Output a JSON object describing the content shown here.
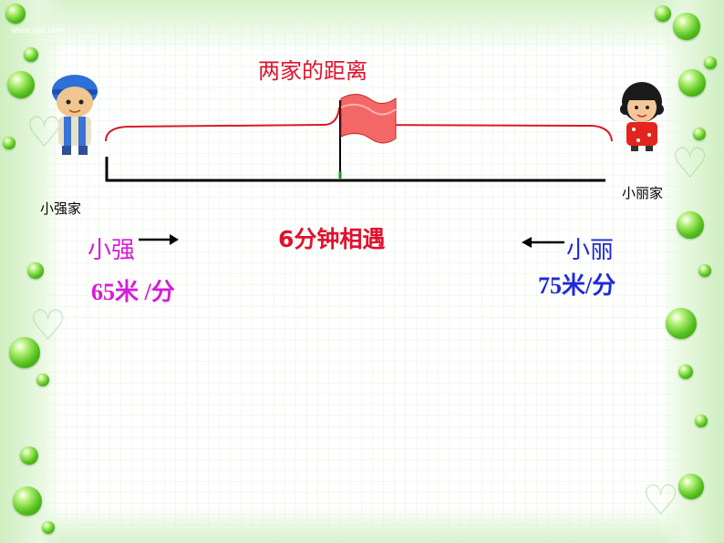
{
  "title": "两家的距离",
  "left_home_label": "小强家",
  "right_home_label": "小丽家",
  "meet_text": "6分钟相遇",
  "xiaoqiang": {
    "name": "小强",
    "speed": "65米 /分"
  },
  "xiaoli": {
    "name": "小丽",
    "speed": "75米/分"
  },
  "watermark": "www.ppt.com",
  "colors": {
    "title_red": "#e0112d",
    "xiaoqiang_magenta": "#d61cd6",
    "xiaoli_blue": "#1e2ad9",
    "frame_green": "#56c21c"
  },
  "icons": [
    "boy-icon",
    "girl-icon",
    "flag-icon",
    "right-arrow-icon",
    "left-arrow-icon"
  ]
}
